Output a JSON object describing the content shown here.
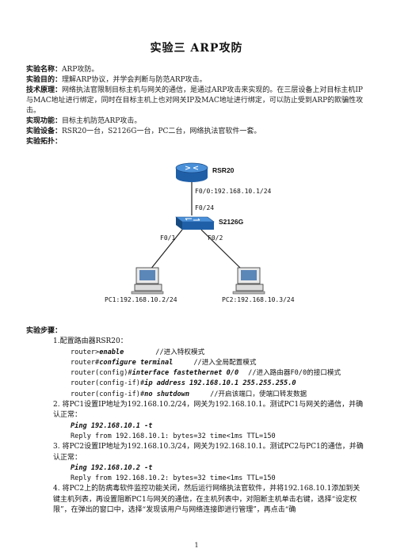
{
  "title": "实验三 ARP攻防",
  "info": [
    {
      "label": "实验名称：",
      "value": "ARP攻防。"
    },
    {
      "label": "实验目的：",
      "value": "理解ARP协议，并学会判断与防范ARP攻击。"
    },
    {
      "label": "技术原理：",
      "value": "网络执法官限制目标主机与网关的通信，是通过ARP攻击来实现的。在三层设备上对目标主机IP与MAC地址进行绑定，同时在目标主机上也对网关IP及MAC地址进行绑定，可以防止受到ARP的欺骗性攻击。"
    },
    {
      "label": "实现功能：",
      "value": "目标主机防范ARP攻击。"
    },
    {
      "label": "实验设备：",
      "value": "RSR20一台，S2126G一台，PC二台，网络执法官软件一套。"
    },
    {
      "label": "实验拓扑：",
      "value": ""
    }
  ],
  "topology": {
    "router_name": "RSR20",
    "router_port": "F0/0:192.168.10.1/24",
    "switch_uplink": "F0/24",
    "switch_name": "S2126G",
    "port_pc1": "F0/1",
    "port_pc2": "F0/2",
    "pc1": "PC1:192.168.10.2/24",
    "pc2": "PC2:192.168.10.3/24"
  },
  "steps_label": "实验步骤：",
  "steps": {
    "s1": "1.配置路由器RSR20：",
    "cmds": [
      {
        "prompt": "router>",
        "cmd": "enable",
        "comment": "//进入特权模式"
      },
      {
        "prompt": "router#",
        "cmd": "configure terminal",
        "comment": "//进入全局配置模式"
      },
      {
        "prompt": "router(config)#",
        "cmd": "interface fastethernet 0/0",
        "comment": "//进入路由器F0/0的接口模式"
      },
      {
        "prompt": "router(config-if)#",
        "cmd": "ip address 192.168.10.1 255.255.255.0",
        "comment": ""
      },
      {
        "prompt": "router(config-if)#",
        "cmd": "no shutdown",
        "comment": "//开启该端口，使端口转发数据"
      }
    ],
    "s2": "2. 将PC1设置IP地址为192.168.10.2/24，网关为192.168.10.1。测试PC1与网关的通信，并确认正常：",
    "s2_cmd": "Ping 192.168.10.1 -t",
    "s2_reply": "Reply from 192.168.10.1: bytes=32 time<1ms TTL=150",
    "s3": "3. 将PC2设置IP地址为192.168.10.3/24，网关为192.168.10.1。测试PC2与PC1的通信，并确认正常：",
    "s3_cmd": "Ping 192.168.10.2 -t",
    "s3_reply": "Reply from 192.168.10.2: bytes=32 time<1ms TTL=150",
    "s4": "4. 将PC2上的防病毒软件监控功能关闭，然后运行网络执法官软件，并将192.168.10.1添加到关键主机列表，再设置阻断PC1与网关的通信，在主机列表中，对阻断主机单击右键，选择“设定权限”，在弹出的窗口中，选择“发现该用户与网络连接即进行管理”，再点击“确"
  },
  "page_number": "1"
}
